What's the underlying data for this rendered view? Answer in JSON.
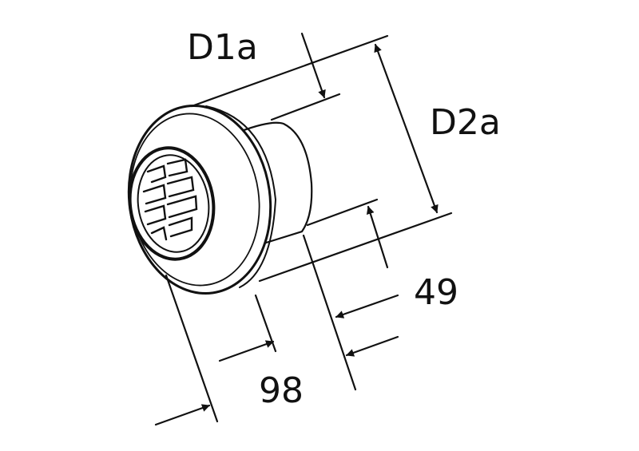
{
  "labels": {
    "d1a": "D1a",
    "d2a": "D2a",
    "dim49": "49",
    "dim98": "98"
  },
  "colors": {
    "ink": "#111111",
    "background": "#ffffff"
  }
}
